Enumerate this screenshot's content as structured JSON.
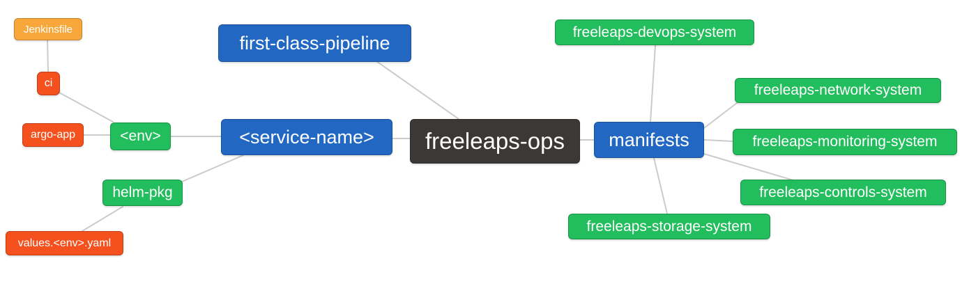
{
  "diagram": {
    "type": "mindmap",
    "root_label": "freeleaps-ops",
    "colors": {
      "root_node": "#3c3835",
      "primary_node": "#2268c3",
      "green_node": "#22bd5c",
      "orange_node": "#f8a83b",
      "red_node": "#f4511e",
      "connector": "#cbcbcb",
      "node_text": "#ffffff",
      "background": "#ffffff"
    },
    "nodes": [
      {
        "id": "jenkinsfile",
        "label": "Jenkinsfile",
        "color": "orange"
      },
      {
        "id": "ci",
        "label": "ci",
        "color": "red"
      },
      {
        "id": "argo-app",
        "label": "argo-app",
        "color": "red"
      },
      {
        "id": "env",
        "label": "<env>",
        "color": "green"
      },
      {
        "id": "helm-pkg",
        "label": "helm-pkg",
        "color": "green"
      },
      {
        "id": "values-env-yaml",
        "label": "values.<env>.yaml",
        "color": "red"
      },
      {
        "id": "first-class-pipeline",
        "label": "first-class-pipeline",
        "color": "blue"
      },
      {
        "id": "service-name",
        "label": "<service-name>",
        "color": "blue"
      },
      {
        "id": "freeleaps-ops",
        "label": "freeleaps-ops",
        "color": "root"
      },
      {
        "id": "manifests",
        "label": "manifests",
        "color": "blue"
      },
      {
        "id": "freeleaps-devops-system",
        "label": "freeleaps-devops-system",
        "color": "green"
      },
      {
        "id": "freeleaps-network-system",
        "label": "freeleaps-network-system",
        "color": "green"
      },
      {
        "id": "freeleaps-monitoring-system",
        "label": "freeleaps-monitoring-system",
        "color": "green"
      },
      {
        "id": "freeleaps-controls-system",
        "label": "freeleaps-controls-system",
        "color": "green"
      },
      {
        "id": "freeleaps-storage-system",
        "label": "freeleaps-storage-system",
        "color": "green"
      }
    ],
    "edges": [
      [
        "jenkinsfile",
        "ci"
      ],
      [
        "ci",
        "env"
      ],
      [
        "argo-app",
        "env"
      ],
      [
        "env",
        "service-name"
      ],
      [
        "helm-pkg",
        "service-name"
      ],
      [
        "values-env-yaml",
        "helm-pkg"
      ],
      [
        "first-class-pipeline",
        "freeleaps-ops"
      ],
      [
        "service-name",
        "freeleaps-ops"
      ],
      [
        "freeleaps-ops",
        "manifests"
      ],
      [
        "manifests",
        "freeleaps-devops-system"
      ],
      [
        "manifests",
        "freeleaps-network-system"
      ],
      [
        "manifests",
        "freeleaps-monitoring-system"
      ],
      [
        "manifests",
        "freeleaps-controls-system"
      ],
      [
        "manifests",
        "freeleaps-storage-system"
      ]
    ]
  }
}
